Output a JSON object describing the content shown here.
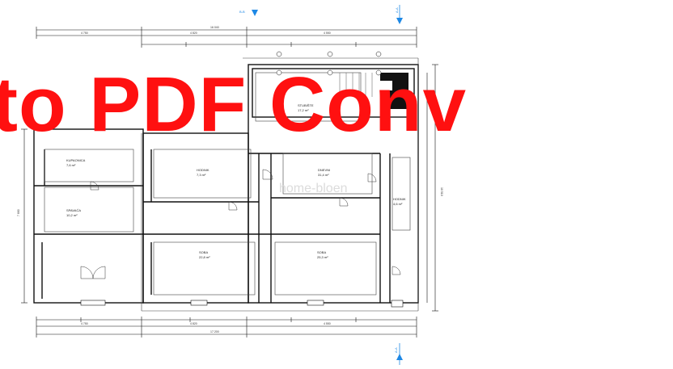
{
  "banner": {
    "text": "to PDF Conv",
    "color": "#ff1010"
  },
  "watermark": {
    "text": "home-bloen"
  },
  "colors": {
    "section_marker": "#1e88e5",
    "lines": "#111111"
  },
  "section_markers": [
    {
      "id": "top-center",
      "label": "B-B"
    },
    {
      "id": "top-right",
      "label": "A-A"
    },
    {
      "id": "bottom-right",
      "label": "A-A"
    }
  ],
  "rooms": [
    {
      "id": "room-upper-left",
      "lines": [
        "KUPAONICA",
        "7,6 m²"
      ]
    },
    {
      "id": "room-middle-left",
      "lines": [
        "SPAVAĆA",
        "10,2 m²"
      ]
    },
    {
      "id": "room-center-top",
      "lines": [
        "HODNIK",
        "7,3 m²"
      ]
    },
    {
      "id": "room-stair-hall",
      "lines": [
        "STUBIŠTE",
        "17,2 m²"
      ]
    },
    {
      "id": "room-right-top",
      "lines": [
        "DNEVNI",
        "31,4 m²"
      ]
    },
    {
      "id": "room-corridor",
      "lines": [
        "HODNIK",
        "4,6 m²"
      ]
    },
    {
      "id": "room-center-bottom",
      "lines": [
        "SOBA",
        "22,8 m²"
      ]
    },
    {
      "id": "room-right-bottom",
      "lines": [
        "SOBA",
        "25,3 m²"
      ]
    }
  ],
  "dimensions": {
    "top_overall": "16 040",
    "top_row2": [
      "4 750",
      "4 820",
      "4 550"
    ],
    "bottom_overall": "17 200",
    "bottom_row2": [
      "4 750",
      "4 820",
      "4 550"
    ],
    "left": "7 660",
    "right": "10 510"
  }
}
